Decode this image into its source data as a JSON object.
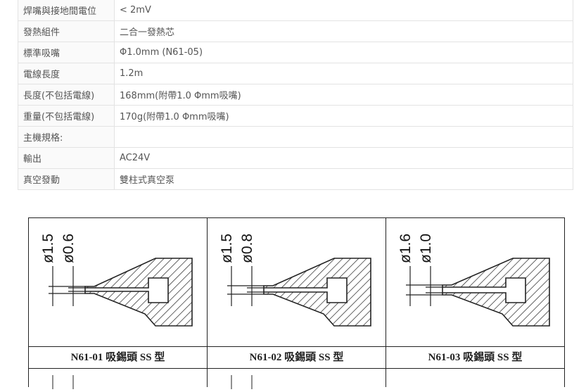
{
  "specs": [
    {
      "label": "焊嘴與接地間電位",
      "value": "< 2mV"
    },
    {
      "label": "發熱組件",
      "value": "二合一發熱芯"
    },
    {
      "label": "標準吸嘴",
      "value": "Φ1.0mm (N61-05)"
    },
    {
      "label": "電線長度",
      "value": "1.2m"
    },
    {
      "label": "長度(不包括電線)",
      "value": "168mm(附帶1.0 Φmm吸嘴)"
    },
    {
      "label": "重量(不包括電線)",
      "value": "170g(附帶1.0 Φmm吸嘴)"
    },
    {
      "label": "主機規格:",
      "value": ""
    },
    {
      "label": "輸出",
      "value": "AC24V"
    },
    {
      "label": "真空發動",
      "value": "雙柱式真空泵"
    }
  ],
  "nozzles": [
    {
      "outer": "ø1.5",
      "inner": "ø0.6",
      "caption": "N61-01 吸錫頭 SS 型"
    },
    {
      "outer": "ø1.5",
      "inner": "ø0.8",
      "caption": "N61-02 吸錫頭 SS 型"
    },
    {
      "outer": "ø1.6",
      "inner": "ø1.0",
      "caption": "N61-03 吸錫頭 SS 型"
    }
  ],
  "colors": {
    "border": "#e3e3e3",
    "text": "#555555",
    "ink": "#222222"
  }
}
